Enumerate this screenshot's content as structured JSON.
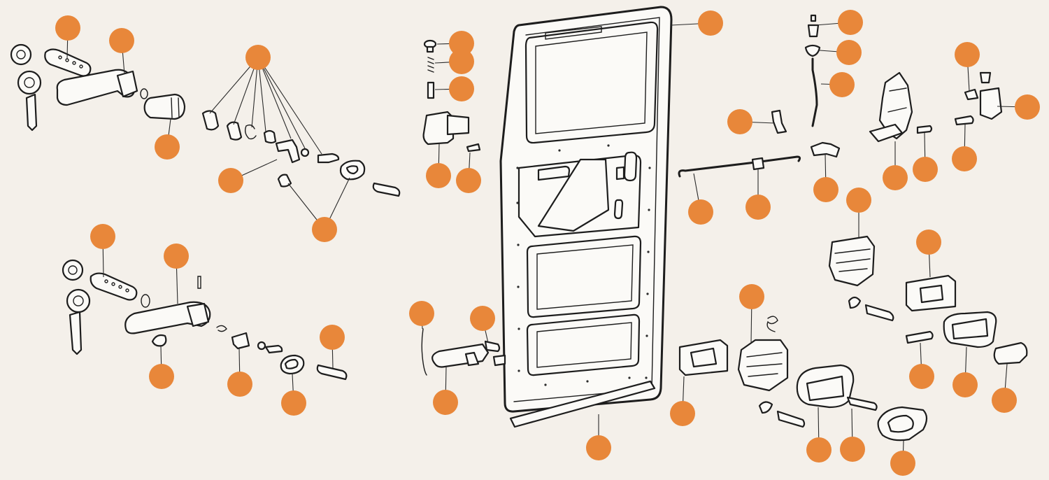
{
  "theme": {
    "background": "#f4f0ea",
    "callout_color": "#e8873a",
    "line_color": "#1d1d1d"
  },
  "callouts": [
    {
      "id": "door-panel"
    },
    {
      "id": "pin-cap"
    },
    {
      "id": "pin-spring"
    },
    {
      "id": "pin-rod"
    },
    {
      "id": "hinge"
    },
    {
      "id": "hinge-screw"
    },
    {
      "id": "upper-handle-lock"
    },
    {
      "id": "upper-handle"
    },
    {
      "id": "upper-lock-kit"
    },
    {
      "id": "upper-cylinder"
    },
    {
      "id": "upper-lever"
    },
    {
      "id": "upper-gaskets"
    },
    {
      "id": "lower-handle-lock"
    },
    {
      "id": "lower-handle"
    },
    {
      "id": "lower-gasket"
    },
    {
      "id": "lower-lever"
    },
    {
      "id": "lower-bezel"
    },
    {
      "id": "lower-screw"
    },
    {
      "id": "check-rod"
    },
    {
      "id": "check-strap"
    },
    {
      "id": "strap-screw"
    },
    {
      "id": "weatherstrip"
    },
    {
      "id": "lock-knob"
    },
    {
      "id": "knob-ferrule"
    },
    {
      "id": "knob-rod"
    },
    {
      "id": "rod-clip"
    },
    {
      "id": "remote-rod"
    },
    {
      "id": "rod-guide"
    },
    {
      "id": "rod-bracket"
    },
    {
      "id": "upper-latch"
    },
    {
      "id": "latch-screw"
    },
    {
      "id": "striker-block"
    },
    {
      "id": "striker"
    },
    {
      "id": "striker-screw"
    },
    {
      "id": "lower-latch"
    },
    {
      "id": "latch-pad"
    },
    {
      "id": "inner-latch"
    },
    {
      "id": "inner-pad"
    },
    {
      "id": "inner-handle"
    },
    {
      "id": "inner-handle-screw"
    },
    {
      "id": "inner-bezel"
    },
    {
      "id": "bezel-screw"
    },
    {
      "id": "inner-handle-rear"
    },
    {
      "id": "end-cap"
    }
  ]
}
